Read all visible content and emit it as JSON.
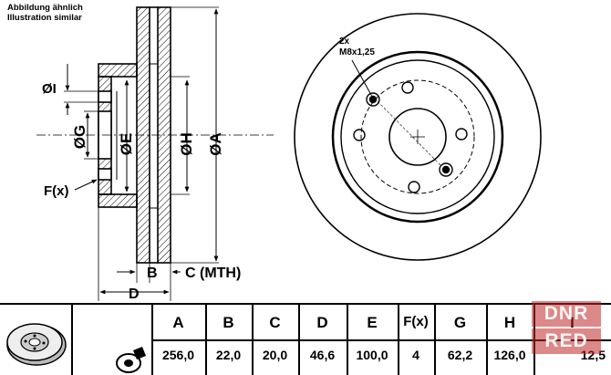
{
  "notes": {
    "line1": "Abbildung ähnlich",
    "line2": "Illustration similar"
  },
  "section_labels": {
    "i": "ØI",
    "g": "ØG",
    "e": "ØE",
    "h": "ØH",
    "a": "ØA",
    "f": "F(x)",
    "b": "B",
    "c": "C (MTH)",
    "d": "D"
  },
  "front_view": {
    "bolt_note_count": "2x",
    "bolt_note_thread": "M8x1,25"
  },
  "table": {
    "headers": [
      "A",
      "B",
      "C",
      "D",
      "E",
      "F(x)",
      "G",
      "H",
      "I"
    ],
    "values": [
      "256,0",
      "22,0",
      "20,0",
      "46,6",
      "100,0",
      "4",
      "62,2",
      "126,0",
      "12,5"
    ]
  },
  "watermark": {
    "line1": "DNR",
    "line2": "RED"
  },
  "icons": [
    "brake-disc-icon",
    "wheel-brake-icon"
  ]
}
